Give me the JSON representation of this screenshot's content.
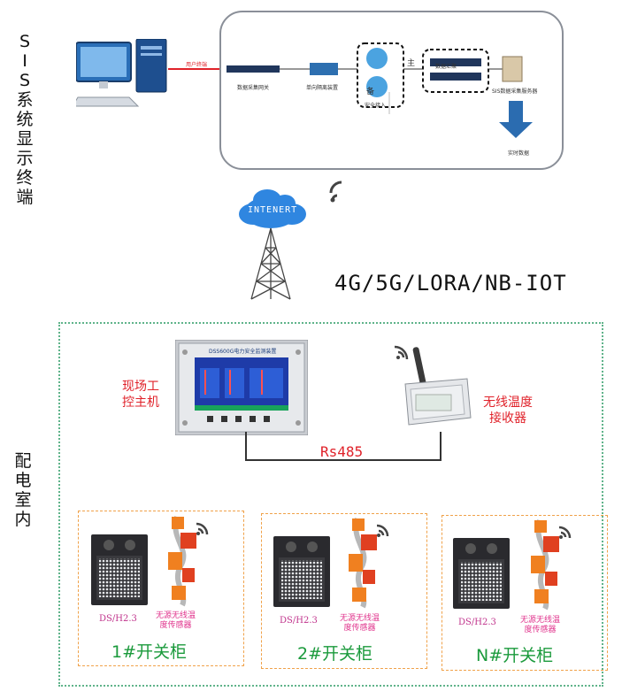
{
  "sis_label": "SIS系统显示终端",
  "sis_chars": [
    "S",
    "I",
    "S",
    "系",
    "统",
    "显",
    "示",
    "终",
    "端"
  ],
  "sis_diagram": {
    "link_text": "用户终端",
    "labels": [
      "数据采集网关",
      "单向隔离装置",
      "主",
      "备",
      "安全接入",
      "数据汇聚",
      "SIS数据采集服务器",
      "实时数据"
    ]
  },
  "cloud_text": "INTENERT",
  "network_text": "4G/5G/LORA/NB-IOT",
  "room_label_chars": [
    "配",
    "电",
    "室",
    "内"
  ],
  "host": {
    "label_line1": "现场工",
    "label_line2": "控主机",
    "device_title": "DSS600G电力安全监测装置"
  },
  "receiver": {
    "label_line1": "无线温度",
    "label_line2": "接收器"
  },
  "bus_label": "Rs485",
  "cabinets": [
    {
      "title": "1#开关柜",
      "display_model": "DS/H2.3",
      "sensor_line1": "无源无线温",
      "sensor_line2": "度传感器"
    },
    {
      "title": "2#开关柜",
      "display_model": "DS/H2.3",
      "sensor_line1": "无源无线温",
      "sensor_line2": "度传感器"
    },
    {
      "title": "N#开关柜",
      "display_model": "DS/H2.3",
      "sensor_line1": "无源无线温",
      "sensor_line2": "度传感器"
    }
  ],
  "colors": {
    "red": "#e0222a",
    "green": "#1b9a3c",
    "pink": "#e0338c",
    "orange": "#f0a24a",
    "dotted": "#5fb38a",
    "blue": "#1f6fbf"
  }
}
